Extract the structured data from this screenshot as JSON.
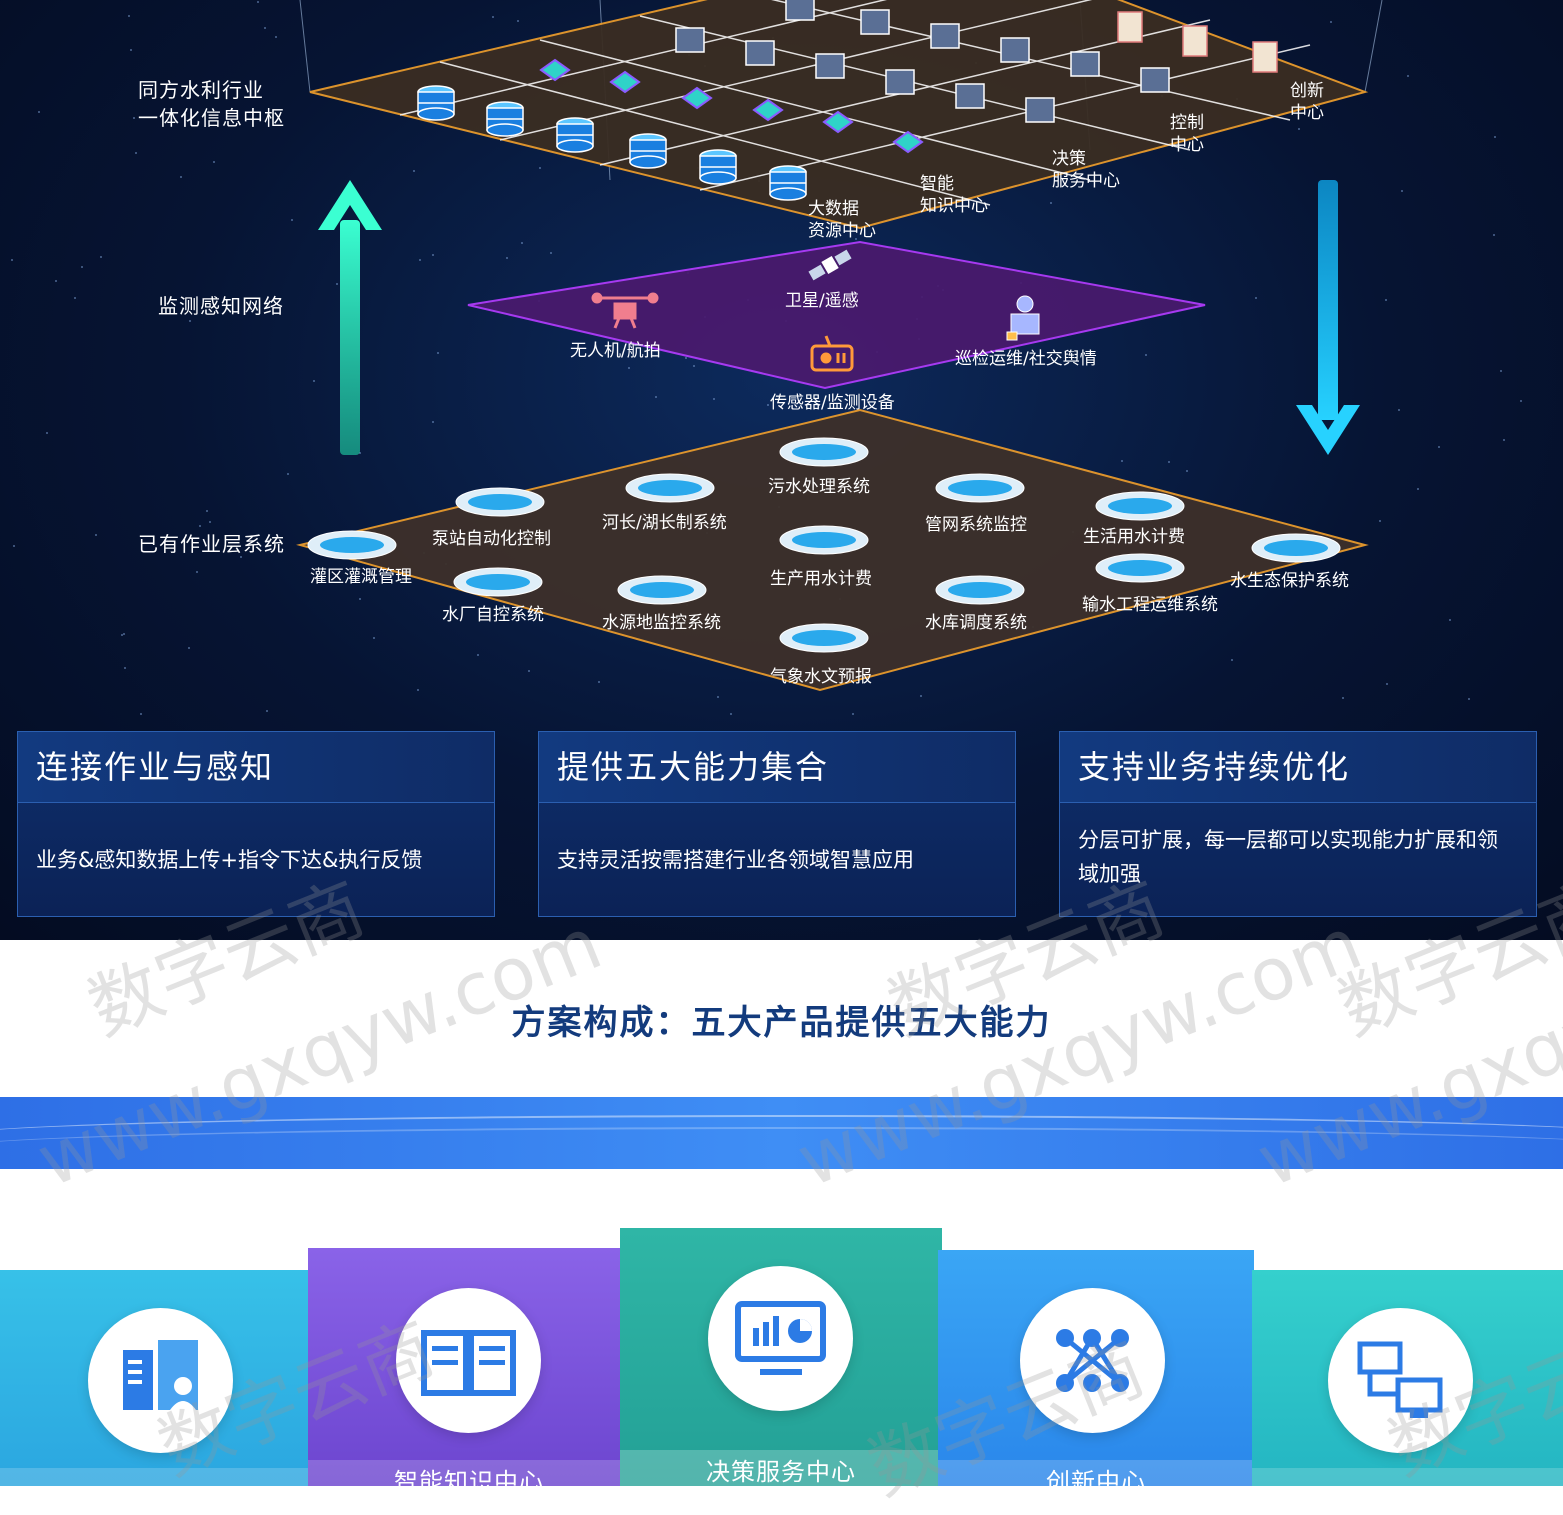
{
  "layers": {
    "hub_label": "同方水利行业\n一体化信息中枢",
    "sense_label": "监测感知网络",
    "ops_label": "已有作业层系统"
  },
  "hub_nodes": [
    {
      "text": "大数据\n资源中心"
    },
    {
      "text": "智能\n知识中心"
    },
    {
      "text": "决策\n服务中心"
    },
    {
      "text": "控制\n中心"
    },
    {
      "text": "创新\n中心"
    }
  ],
  "sense_nodes": [
    {
      "text": "卫星/遥感"
    },
    {
      "text": "无人机/航拍"
    },
    {
      "text": "巡检运维/社交舆情"
    },
    {
      "text": "传感器/监测设备"
    }
  ],
  "ops_nodes": [
    {
      "text": "灌区灌溉管理"
    },
    {
      "text": "泵站自动化控制"
    },
    {
      "text": "水厂自控系统"
    },
    {
      "text": "河长/湖长制系统"
    },
    {
      "text": "水源地监控系统"
    },
    {
      "text": "污水处理系统"
    },
    {
      "text": "生产用水计费"
    },
    {
      "text": "气象水文预报"
    },
    {
      "text": "管网系统监控"
    },
    {
      "text": "水库调度系统"
    },
    {
      "text": "生活用水计费"
    },
    {
      "text": "输水工程运维系统"
    },
    {
      "text": "水生态保护系统"
    }
  ],
  "cards": [
    {
      "title": "连接作业与感知",
      "body": "业务&感知数据上传+指令下达&执行反馈"
    },
    {
      "title": "提供五大能力集合",
      "body": "支持灵活按需搭建行业各领域智慧应用"
    },
    {
      "title": "支持业务持续优化",
      "body": "分层可扩展，每一层都可以实现能力扩展和领域加强"
    }
  ],
  "section_title": "方案构成：五大产品提供五大能力",
  "products": [
    {
      "name": "",
      "icon": "data-resource-icon"
    },
    {
      "name": "智能知识中心",
      "icon": "knowledge-book-icon"
    },
    {
      "name": "决策服务中心",
      "icon": "dashboard-chart-icon"
    },
    {
      "name": "创新中心",
      "icon": "network-nodes-icon"
    },
    {
      "name": "",
      "icon": "control-devices-icon"
    }
  ],
  "watermarks": [
    "数字云商",
    "www.gxqyw.com"
  ],
  "colors": {
    "bg_dark": "#061433",
    "hub_plane": "#3a2d22",
    "hub_border": "#e89a2c",
    "sense_plane": "#4a1a6e",
    "sense_border": "#b43cff",
    "arrow_up": "#2cf0c8",
    "arrow_down": "#1ec2ff",
    "title_blue": "#133b7d"
  }
}
